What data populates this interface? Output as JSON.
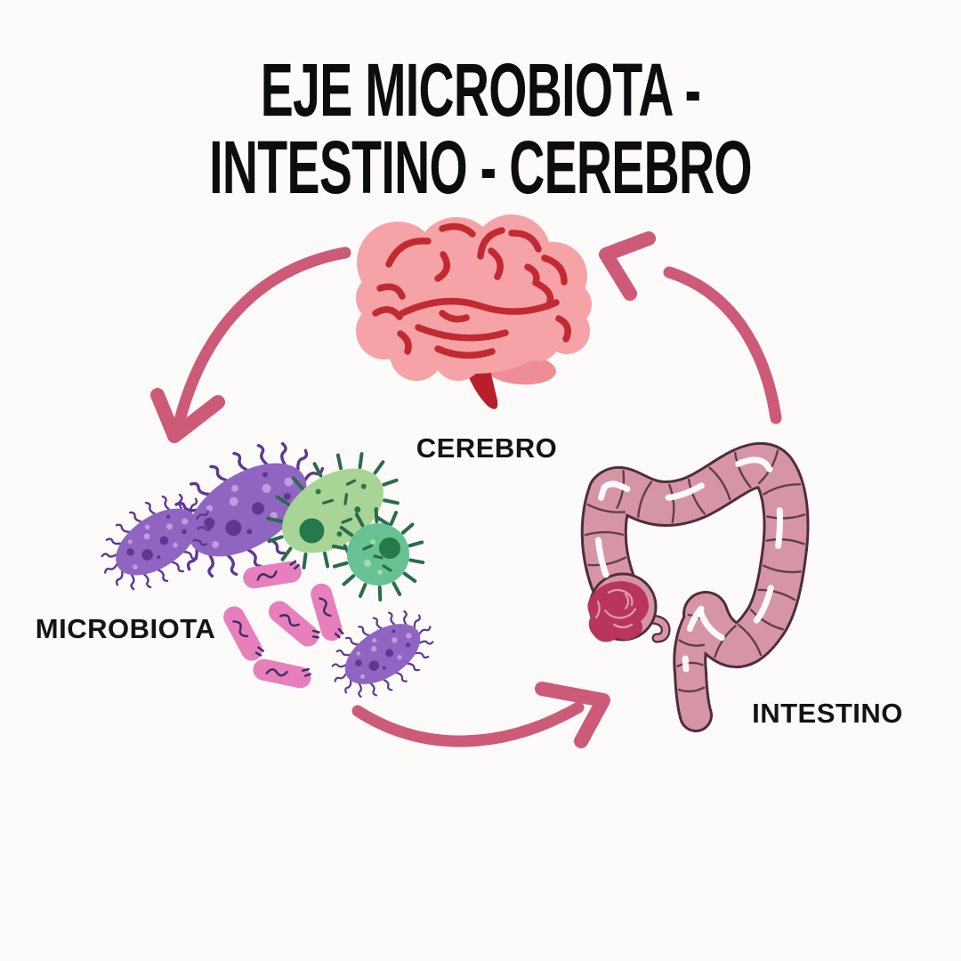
{
  "title": {
    "line1": "EJE MICROBIOTA -",
    "line2": "INTESTINO - CEREBRO"
  },
  "diagram": {
    "type": "cycle",
    "nodes": [
      {
        "id": "cerebro",
        "label": "CEREBRO",
        "icon": "brain-icon"
      },
      {
        "id": "microbiota",
        "label": "MICROBIOTA",
        "icon": "bacteria-icon"
      },
      {
        "id": "intestino",
        "label": "INTESTINO",
        "icon": "intestine-icon"
      }
    ],
    "arrows": [
      {
        "from": "cerebro",
        "to": "microbiota"
      },
      {
        "from": "microbiota",
        "to": "intestino"
      },
      {
        "from": "intestino",
        "to": "cerebro"
      }
    ]
  },
  "colors": {
    "background": "#fcfbf9",
    "title_text": "#0d0d0d",
    "label_text": "#141414",
    "arrow": "#cd5a78",
    "brain_body": "#f5a3a7",
    "brain_fold": "#c22a32",
    "brain_stem": "#b81f2d",
    "brain_cerebellum": "#ee8d95",
    "gut_fill": "#d695a6",
    "gut_outline": "#4f2e38",
    "gut_coil": "#b8355c",
    "gut_coil_line": "#e39bb1",
    "bact_purple": "#9065c1",
    "bact_purple_dark": "#5e3794",
    "bact_purple_light": "#c09bdf",
    "bact_green_body": "#a8d595",
    "bact_green_dark": "#2b6b4d",
    "bact_green_nucleus": "#26794a",
    "bact_teal_body": "#66c293",
    "bact_pink": "#e77fbc",
    "bact_pink_detail": "#3c2c63"
  }
}
